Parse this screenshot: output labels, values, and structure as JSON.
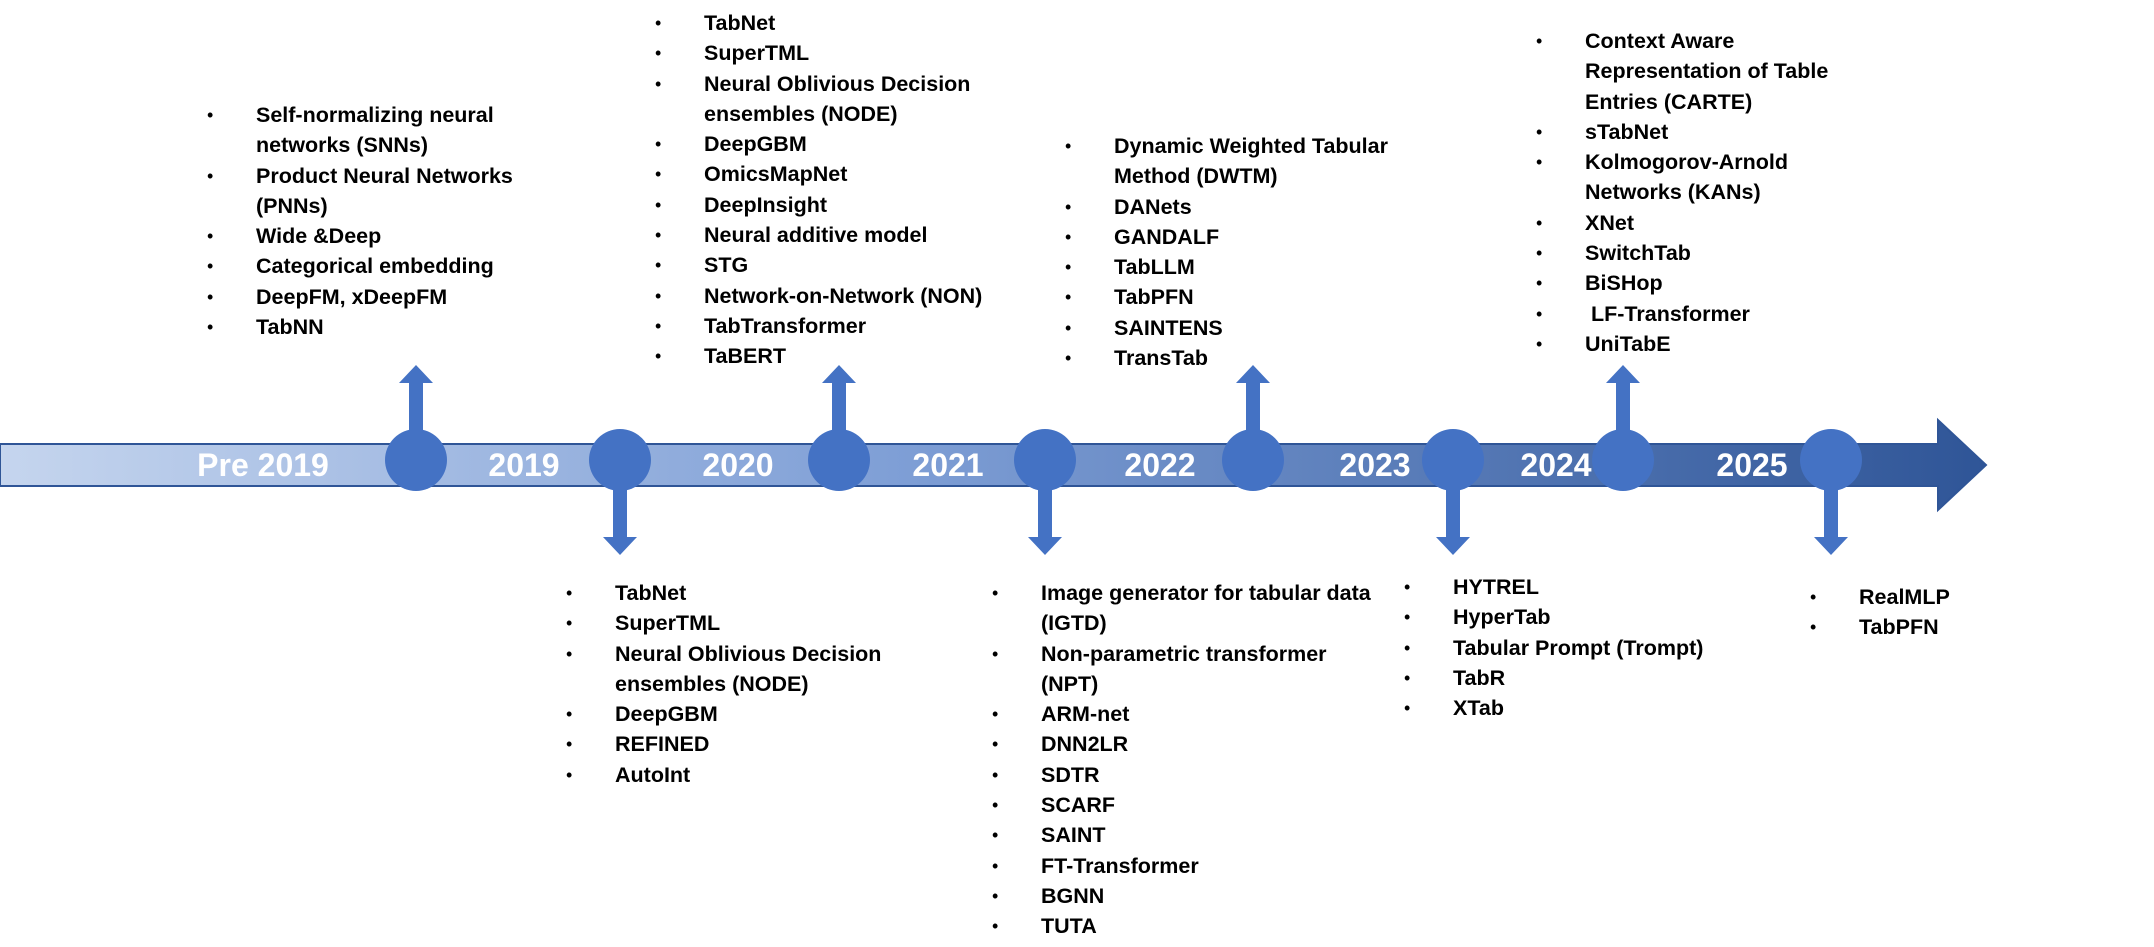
{
  "colors": {
    "arrow_dark": "#2f5597",
    "arrow_mid": "#4472c4",
    "arrow_light": "#b4c7e7",
    "marker": "#4472c4",
    "text": "#000000",
    "year_text": "#ffffff"
  },
  "timeline": {
    "years": [
      "Pre 2019",
      "2019",
      "2020",
      "2021",
      "2022",
      "2023",
      "2024",
      "2025"
    ]
  },
  "groups": [
    {
      "id": "pre-2019",
      "side": "above",
      "items": [
        "Self-normalizing neural networks (SNNs)",
        "Product Neural Networks (PNNs)",
        "Wide &Deep",
        "Categorical embedding",
        "DeepFM, xDeepFM",
        "TabNN"
      ]
    },
    {
      "id": "2019",
      "side": "below",
      "items": [
        "TabNet",
        "SuperTML",
        "Neural Oblivious Decision ensembles (NODE)",
        "DeepGBM",
        "REFINED",
        "AutoInt"
      ]
    },
    {
      "id": "2020",
      "side": "above",
      "items": [
        "TabNet",
        "SuperTML",
        "Neural Oblivious Decision ensembles (NODE)",
        "DeepGBM",
        "OmicsMapNet",
        "DeepInsight",
        "Neural additive model",
        "STG",
        "Network-on-Network (NON)",
        "TabTransformer",
        "TaBERT"
      ]
    },
    {
      "id": "2021",
      "side": "below",
      "items": [
        "Image generator for tabular data (IGTD)",
        "Non-parametric transformer (NPT)",
        "ARM-net",
        "DNN2LR",
        "SDTR",
        "SCARF",
        "SAINT",
        "FT-Transformer",
        "BGNN",
        "TUTA"
      ]
    },
    {
      "id": "2022",
      "side": "above",
      "items": [
        "Dynamic Weighted Tabular Method (DWTM)",
        "DANets",
        "GANDALF",
        "TabLLM",
        "TabPFN",
        "SAINTENS",
        "TransTab"
      ]
    },
    {
      "id": "2023",
      "side": "below",
      "items": [
        "HYTREL",
        "HyperTab",
        "Tabular Prompt (Trompt)",
        "TabR",
        "XTab"
      ]
    },
    {
      "id": "2024",
      "side": "above",
      "items": [
        "Context Aware Representation of Table Entries (CARTE)",
        "sTabNet",
        "Kolmogorov-Arnold Networks (KANs)",
        "XNet",
        "SwitchTab",
        "BiSHop",
        "LF-Transformer",
        "UniTabE"
      ]
    },
    {
      "id": "2025",
      "side": "below",
      "items": [
        "RealMLP",
        "TabPFN"
      ]
    }
  ]
}
